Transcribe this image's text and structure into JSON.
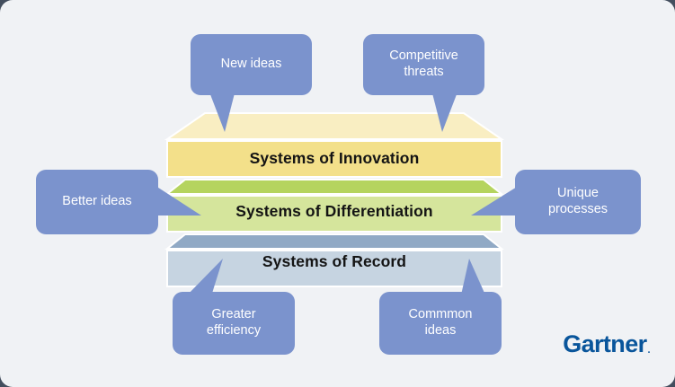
{
  "canvas": {
    "background": "#f0f2f5",
    "outer_background": "#434e5e"
  },
  "diagram": {
    "type": "layered-pyramid",
    "layers": [
      {
        "id": "innovation",
        "label": "Systems of Innovation",
        "top_face_color": "#f9eec2",
        "body_color": "#f3e08a",
        "edge_color": "#e8d36a"
      },
      {
        "id": "differentiation",
        "label": "Systems of Differentiation",
        "top_face_color": "#b5d45f",
        "body_color": "#d5e59c",
        "edge_color": "#c2d97e"
      },
      {
        "id": "record",
        "label": "Systems of Record",
        "top_face_color": "#90a9c5",
        "body_color": "#c6d4e1",
        "edge_color": "#b3c4d5"
      }
    ]
  },
  "callouts": {
    "color": "#7b93cd",
    "text_color": "#ffffff",
    "items": [
      {
        "id": "new-ideas",
        "label": "New ideas",
        "position": "top-left"
      },
      {
        "id": "competitive",
        "label": "Competitive\nthreats",
        "line1": "Competitive",
        "line2": "threats",
        "position": "top-right"
      },
      {
        "id": "better",
        "label": "Better ideas",
        "position": "left"
      },
      {
        "id": "unique",
        "line1": "Unique",
        "line2": "processes",
        "position": "right"
      },
      {
        "id": "greater",
        "line1": "Greater",
        "line2": "efficiency",
        "position": "bottom-left"
      },
      {
        "id": "commmon",
        "line1": "Commmon",
        "line2": "ideas",
        "position": "bottom-right"
      }
    ]
  },
  "logo": {
    "text": "Gartner",
    "registered_mark": ".",
    "color": "#09559b"
  }
}
